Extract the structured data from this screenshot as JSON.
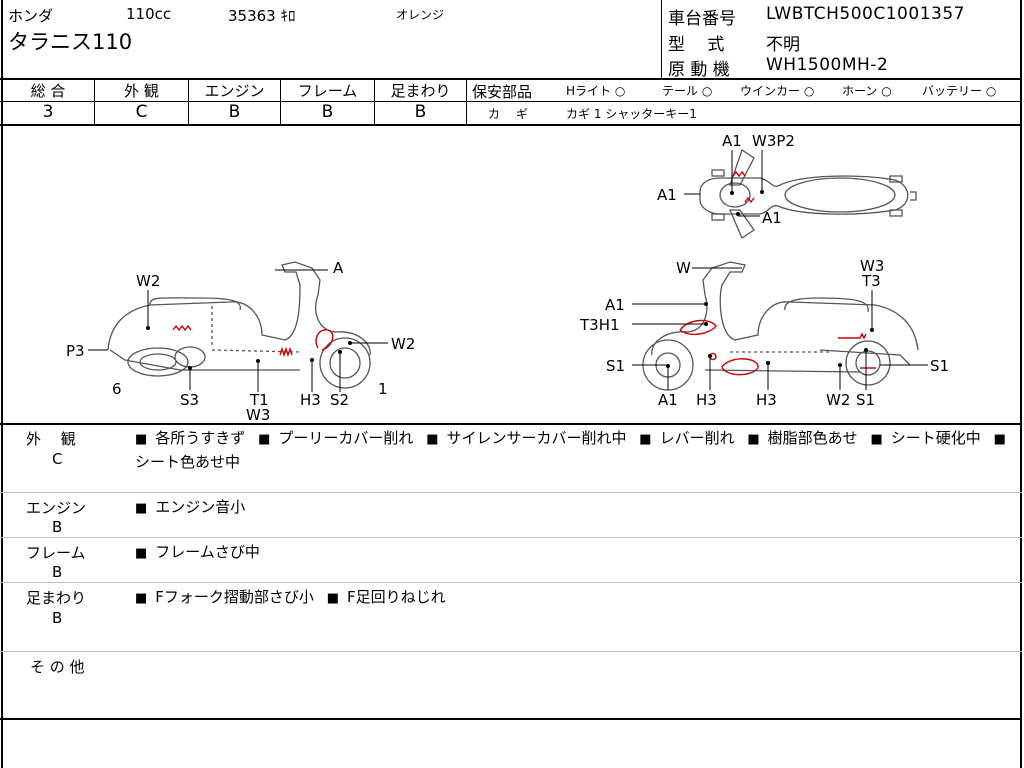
{
  "header": {
    "maker": "ホンダ",
    "displacement": "110cc",
    "mileage": "35363 ｷﾛ",
    "color": "オレンジ",
    "model": "タラニス110",
    "chassis_label": "車台番号",
    "chassis_value": "LWBTCH500C1001357",
    "type_label": "型　 式",
    "type_value": "不明",
    "engine_label": "原 動 機",
    "engine_value": "WH1500MH-2"
  },
  "grades": {
    "overall_label": "総 合",
    "overall": "3",
    "exterior_label": "外 観",
    "exterior": "C",
    "engine_label": "エンジン",
    "engine": "B",
    "frame_label": "フレーム",
    "frame": "B",
    "suspension_label": "足まわり",
    "suspension": "B"
  },
  "safety": {
    "label": "保安部品",
    "items": [
      "Hライト ○",
      "テール ○",
      "ウインカー ○",
      "ホーン ○",
      "バッテリー ○"
    ],
    "key_label": "カ　 ギ",
    "key_value": "カギ 1 シャッターキー1"
  },
  "diagram": {
    "left_labels": [
      "A",
      "W2",
      "W2",
      "P3",
      "6",
      "S3",
      "T1",
      "W3",
      "H3",
      "S2",
      "1"
    ],
    "right_labels": [
      "A1",
      "W3P2",
      "A1",
      "A1",
      "W",
      "W3",
      "T3",
      "A1",
      "T3H1",
      "S1",
      "S1",
      "A1",
      "H3",
      "H3",
      "W2",
      "S1"
    ]
  },
  "sections": {
    "exterior": {
      "label": "外　 観",
      "grade": "C",
      "items": [
        "各所うすきず",
        "プーリーカバー削れ",
        "サイレンサーカバー削れ中",
        "レバー削れ",
        "樹脂部色あせ",
        "シート硬化中",
        "シート色あせ中"
      ]
    },
    "engine": {
      "label": "エンジン",
      "grade": "B",
      "items": [
        "エンジン音小"
      ]
    },
    "frame": {
      "label": "フレーム",
      "grade": "B",
      "items": [
        "フレームさび中"
      ]
    },
    "suspension": {
      "label": "足まわり",
      "grade": "B",
      "items": [
        "Fフォーク摺動部さび小",
        "F足回りねじれ"
      ]
    },
    "other": {
      "label": "そ の 他"
    }
  }
}
